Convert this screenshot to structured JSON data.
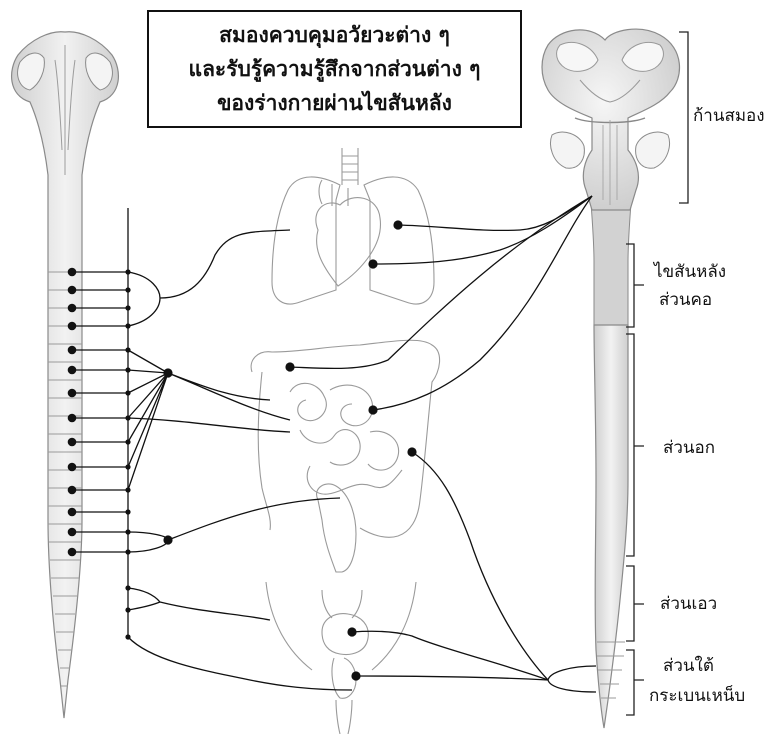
{
  "title": {
    "lines": [
      "สมองควบคุมอวัยวะต่าง ๆ",
      "และรับรู้ความรู้สึกจากส่วนต่าง ๆ",
      "ของร่างกายผ่านไขสันหลัง"
    ]
  },
  "labels": {
    "brainstem": "ก้านสมอง",
    "cervical_line1": "ไขสันหลัง",
    "cervical_line2": "ส่วนคอ",
    "thoracic": "ส่วนอก",
    "lumbar": "ส่วนเอว",
    "sacral_line1": "ส่วนใต้",
    "sacral_line2": "กระเบนเหน็บ"
  },
  "colors": {
    "line": "#111111",
    "organ_outline": "#9a9a9a",
    "spine_fill": "#e4e4e4",
    "brain_fill": "#e8e8e8",
    "cervical_band": "#cfcfcf"
  },
  "organs": [
    "lungs",
    "heart",
    "large-intestine",
    "small-intestine",
    "stomach",
    "bladder",
    "reproductive-organ"
  ]
}
